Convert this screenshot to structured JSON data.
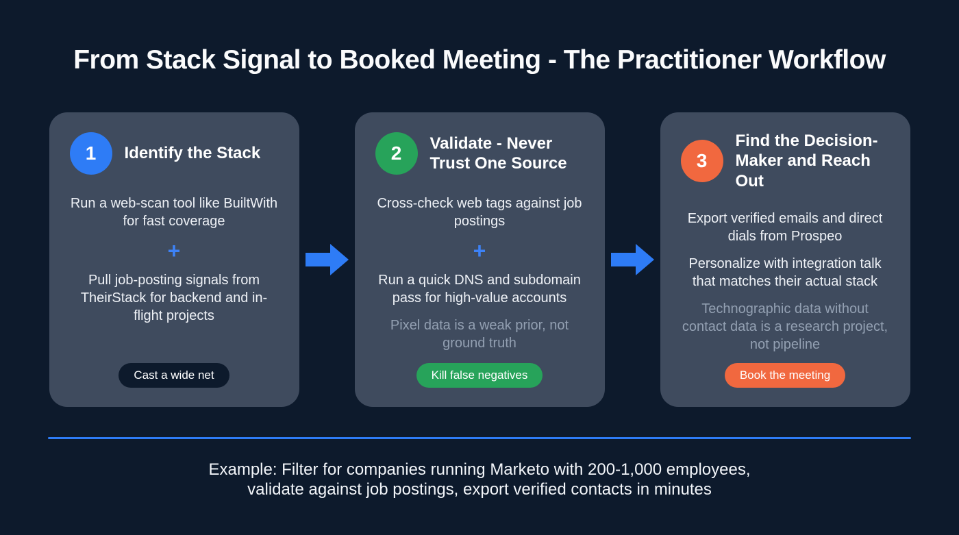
{
  "title": "From Stack Signal to Booked Meeting - The Practitioner Workflow",
  "colors": {
    "background": "#0d1a2c",
    "card": "#3f4b5e",
    "accent_blue": "#2e7cf6",
    "accent_green": "#27a35a",
    "accent_orange": "#f1683f",
    "muted_text": "#93a0b2",
    "dark_badge": "#0d1a2c"
  },
  "cards": [
    {
      "number": "1",
      "title": "Identify the Stack",
      "text1": "Run a web-scan tool like BuiltWith for fast coverage",
      "plus": "+",
      "text2": "Pull job-posting signals from TheirStack for backend and in-flight projects",
      "badge": "Cast a wide net"
    },
    {
      "number": "2",
      "title": "Validate - Never Trust One Source",
      "text1": "Cross-check web tags against job postings",
      "plus": "+",
      "text2": "Run a quick DNS and subdomain pass for high-value accounts",
      "note": "Pixel data is a weak prior, not ground truth",
      "badge": "Kill false negatives"
    },
    {
      "number": "3",
      "title": "Find the Decision-Maker and Reach Out",
      "text1": "Export verified emails and direct dials from Prospeo",
      "text2": "Personalize with integration talk that matches their actual stack",
      "note": "Technographic data without contact data is a research project, not pipeline",
      "badge": "Book the meeting"
    }
  ],
  "footer": {
    "line1": "Example: Filter for companies running Marketo with 200-1,000 employees,",
    "line2": "validate against job postings, export verified contacts in minutes"
  }
}
